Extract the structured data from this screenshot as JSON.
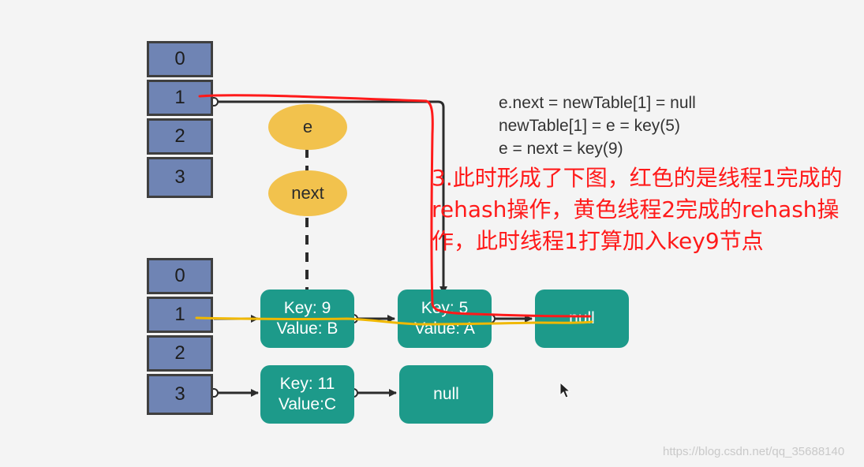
{
  "table_top": {
    "cells": [
      "0",
      "1",
      "2",
      "3"
    ]
  },
  "table_bottom": {
    "cells": [
      "0",
      "1",
      "2",
      "3"
    ]
  },
  "pointer_e": "e",
  "pointer_next": "next",
  "nodes": {
    "key9": {
      "key": "Key: 9",
      "value": "Value: B"
    },
    "key5": {
      "key": "Key: 5",
      "value": "Value: A"
    },
    "key11": {
      "key": "Key: 11",
      "value": "Value:C"
    },
    "null_row1": "null",
    "null_row3": "null"
  },
  "code_lines": [
    "e.next = newTable[1] = null",
    "newTable[1] = e = key(5)",
    "e = next = key(9)"
  ],
  "annotation": "3.此时形成了下图，红色的是线程1完成的rehash操作，黄色线程2完成的rehash操作，此时线程1打算加入key9节点",
  "watermark": "https://blog.csdn.net/qq_35688140",
  "colors": {
    "table_cell": "#6f84b4",
    "node": "#1d9a8a",
    "pointer": "#f2c24d",
    "thread1_path": "#ff1a1a",
    "thread2_path": "#f0b800"
  }
}
